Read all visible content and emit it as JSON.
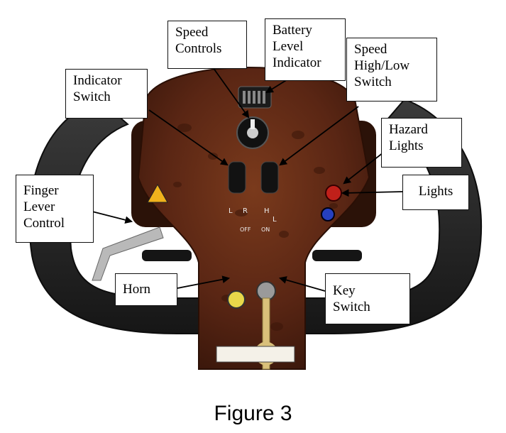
{
  "figure": {
    "caption": "Figure 3"
  },
  "labels": {
    "speed_controls": "Speed\nControls",
    "battery_level_indicator": "Battery\nLevel\nIndicator",
    "speed_high_low_switch": "Speed\nHigh/Low\nSwitch",
    "indicator_switch": "Indicator\nSwitch",
    "hazard_lights": "Hazard\nLights",
    "lights": "Lights",
    "finger_lever_control": "Finger\nLever\nControl",
    "horn": "Horn",
    "key_switch": "Key\nSwitch"
  },
  "panel_marks": {
    "indicator_left": "L",
    "indicator_right": "R",
    "speed_high": "H",
    "speed_low": "L",
    "key_off": "OFF",
    "key_on": "ON"
  },
  "colors": {
    "burl_wood": "#5a2614",
    "handlebar": "#2a2a2a",
    "horn_button": "#e8d84a",
    "hazard_red": "#c0201a",
    "lights_blue": "#2640c0",
    "key": "#d9c07a"
  }
}
